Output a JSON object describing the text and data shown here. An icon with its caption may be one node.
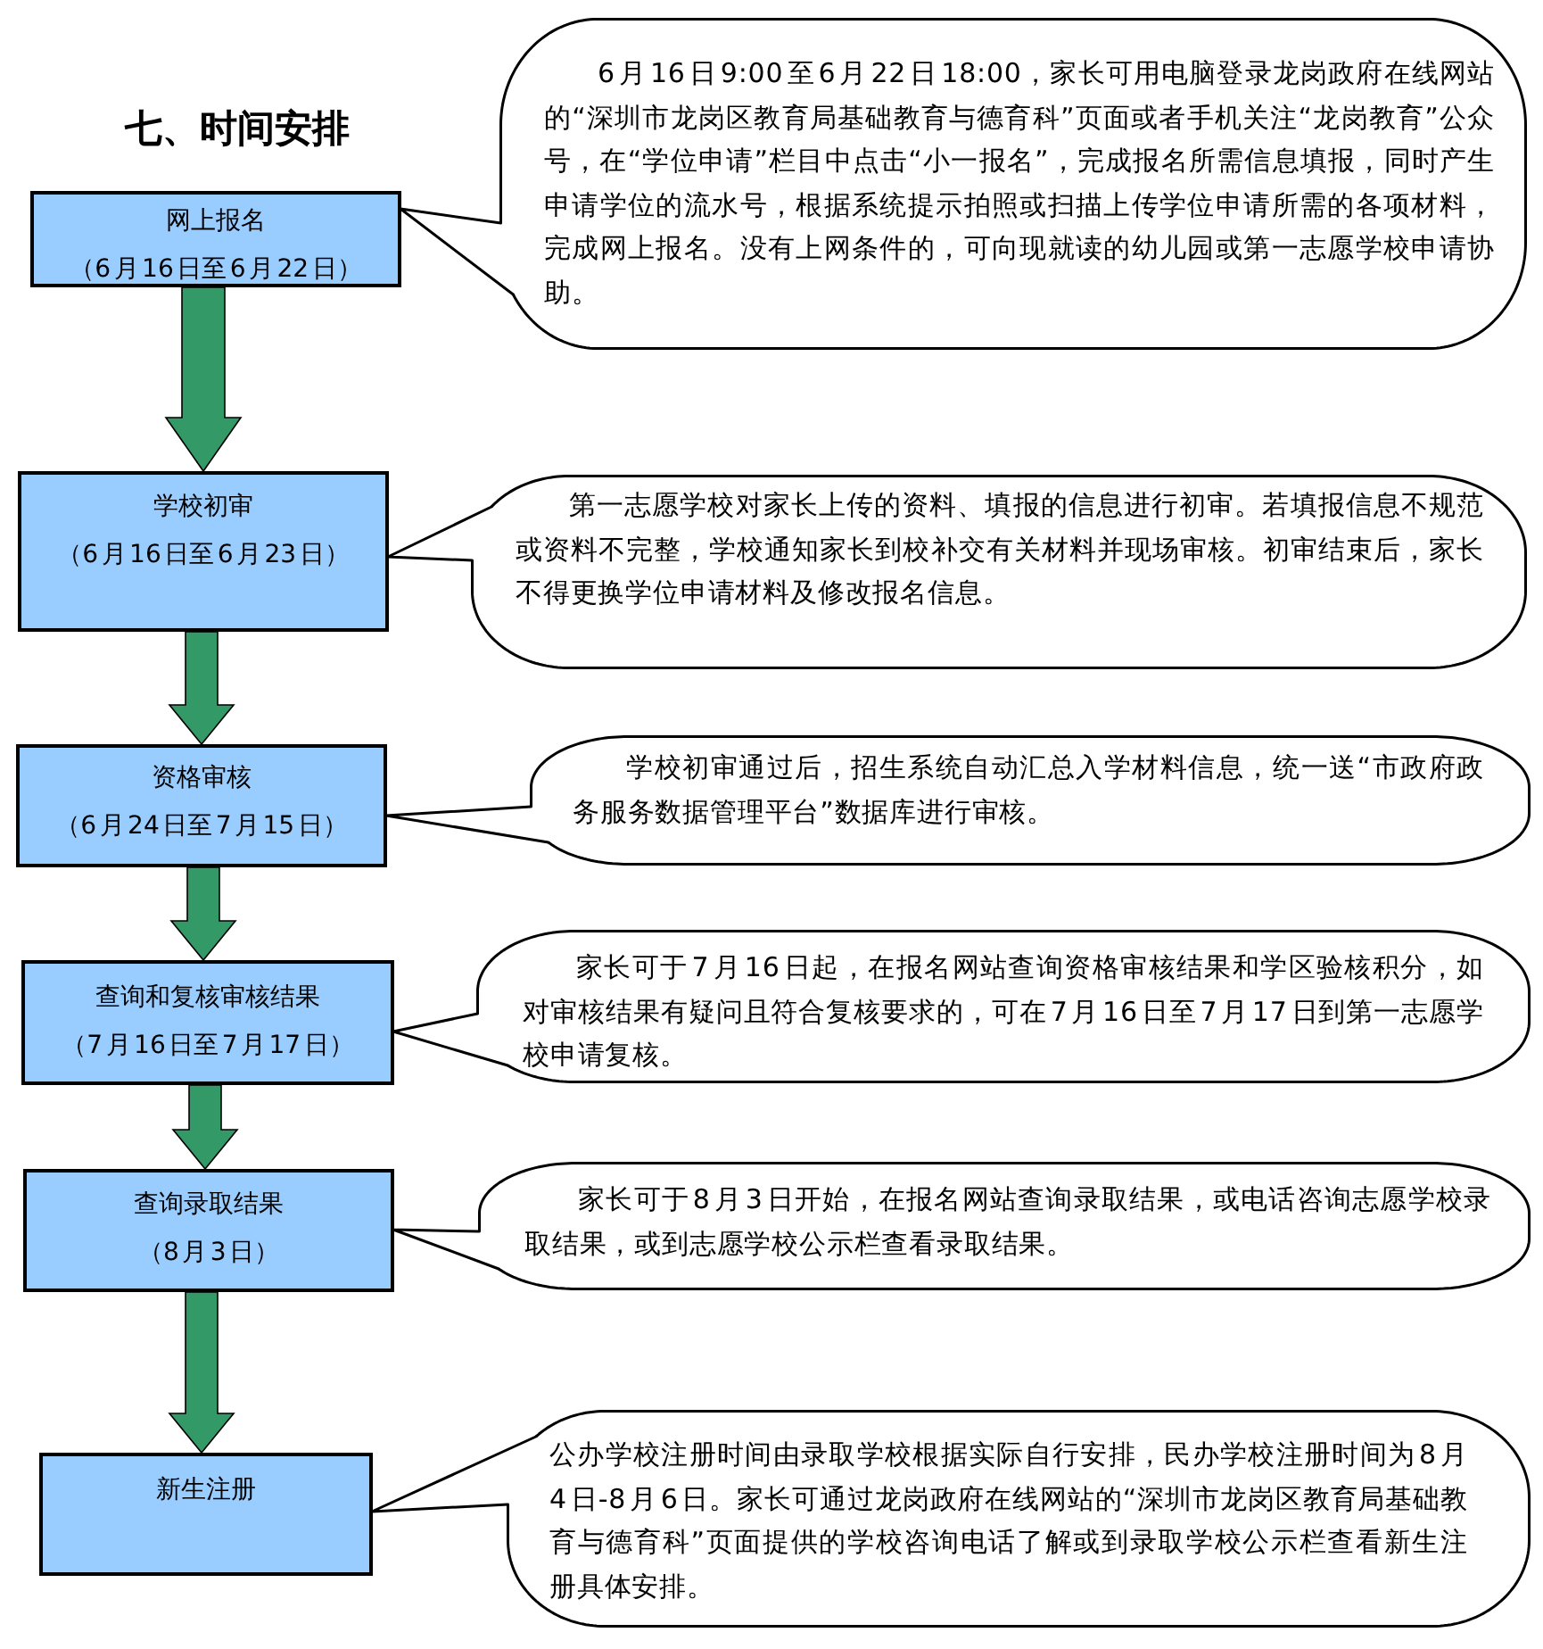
{
  "diagram": {
    "title": "七、时间安排",
    "nodes": [
      {
        "text": [
          "网上报名",
          "（6月16日至6月22日）"
        ]
      },
      {
        "text": [
          "6月16日9:00至6月22日18:00，家长可用电脑登录龙岗政府在线网站的“深圳市龙岗区教育局基础教育与德育科”页面或者手机关注“龙岗教育”公众号，在“学位申请”栏目中点击“小一报名”，完成报名所需信息填报，同时产生申请学位的流水号，根据系统提示拍照或扫描上传学位申请所需的各项材料，完成网上报名。没有上网条件的，可向现就读的幼儿园或第一志愿学校申请协助。"
        ]
      },
      {
        "text": [
          "学校初审",
          "（6月16日至6月23日）"
        ]
      },
      {
        "text": [
          "第一志愿学校对家长上传的资料、填报的信息进行初审。若填报信息不规范或资料不完整，学校通知家长到校补交有关材料并现场审核。初审结束后，家长不得更换学位申请材料及修改报名信息。"
        ]
      },
      {
        "text": [
          "资格审核",
          "（6月24日至7月15日）"
        ]
      },
      {
        "text": [
          "学校初审通过后，招生系统自动汇总入学材料信息，统一送“市政府政务服务数据管理平台”数据库进行审核。"
        ]
      },
      {
        "text": [
          "查询和复核审核结果",
          "（7月16日至7月17日）"
        ]
      },
      {
        "text": [
          "家长可于7月16日起，在报名网站查询资格审核结果和学区验核积分，如对审核结果有疑问且符合复核要求的，可在7月16日至7月17日到第一志愿学校申请复核。"
        ]
      },
      {
        "text": [
          "查询录取结果",
          "（8月3日）"
        ]
      },
      {
        "text": [
          "家长可于8月3日开始，在报名网站查询录取结果，或电话咨询志愿学校录取结果，或到志愿学校公示栏查看录取结果。"
        ]
      },
      {
        "text": [
          "新生注册"
        ]
      },
      {
        "text": [
          "公办学校注册时间由录取学校根据实际自行安排，民办学校注册时间为8月4日-8月6日。家长可通过龙岗政府在线网站的“深圳市龙岗区教育局基础教育与德育科”页面提供的学校咨询电话了解或到录取学校公示栏查看新生注册具体安排。"
        ]
      }
    ],
    "edges": [
      {
        "from": 0,
        "to": 2,
        "arrow": "to",
        "style": "thick",
        "color": "#339966"
      },
      {
        "from": 2,
        "to": 4,
        "arrow": "to",
        "style": "thick",
        "color": "#339966"
      },
      {
        "from": 4,
        "to": 6,
        "arrow": "to",
        "style": "thick",
        "color": "#339966"
      },
      {
        "from": 6,
        "to": 8,
        "arrow": "to",
        "style": "thick",
        "color": "#339966"
      },
      {
        "from": 8,
        "to": 10,
        "arrow": "to",
        "style": "thick",
        "color": "#339966"
      },
      {
        "from": 1,
        "to": 0,
        "arrow": "none"
      },
      {
        "from": 3,
        "to": 2,
        "arrow": "none"
      },
      {
        "from": 5,
        "to": 4,
        "arrow": "none"
      },
      {
        "from": 7,
        "to": 6,
        "arrow": "none"
      },
      {
        "from": 9,
        "to": 8,
        "arrow": "none"
      },
      {
        "from": 11,
        "to": 10,
        "arrow": "none"
      }
    ]
  }
}
